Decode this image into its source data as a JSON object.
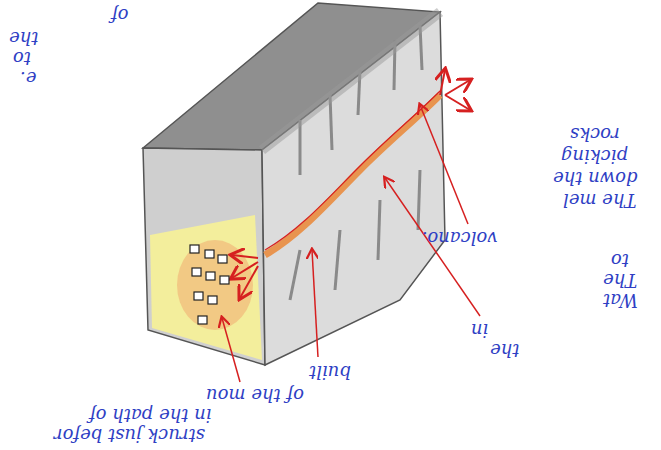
{
  "diagram": {
    "labels": [
      "of",
      "the",
      "to",
      "e.",
      "volcano.",
      "The mel",
      "down the",
      "picking",
      "rocks",
      "Wat",
      "The",
      "to",
      "in",
      "the",
      "built",
      "of the mou",
      "in the path of",
      "struck just befor"
    ]
  }
}
